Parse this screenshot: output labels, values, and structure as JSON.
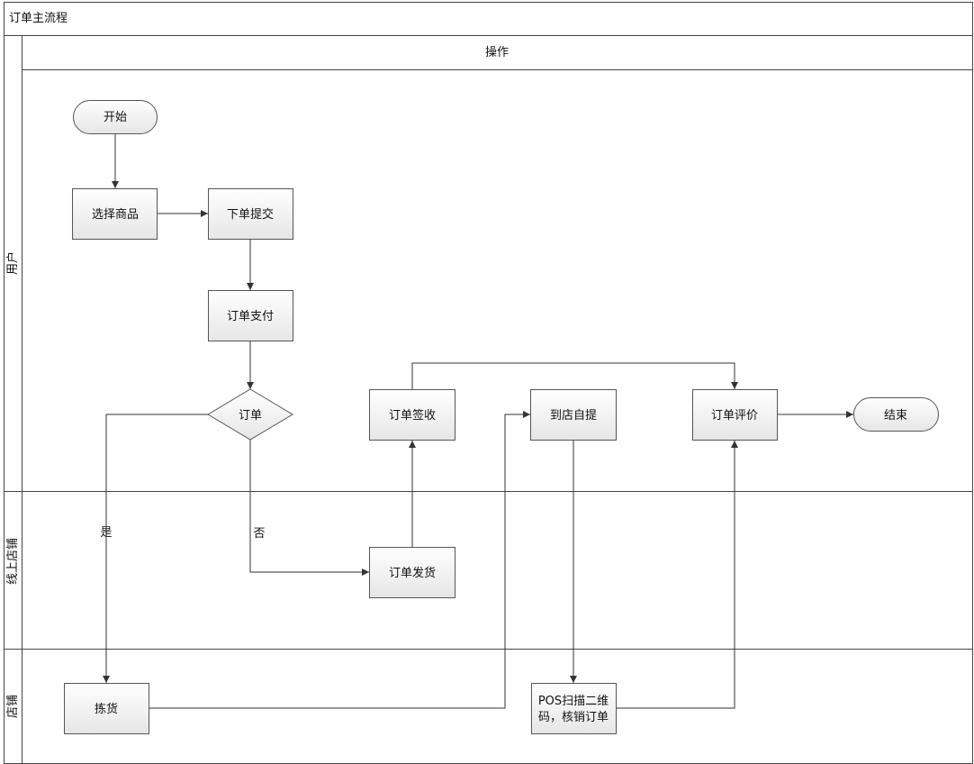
{
  "title": "订单主流程",
  "phase_label": "操作",
  "lanes": [
    {
      "id": "user",
      "label": "用户"
    },
    {
      "id": "online",
      "label": "线上店铺"
    },
    {
      "id": "store",
      "label": "店铺"
    }
  ],
  "nodes": {
    "start": "开始",
    "select_goods": "选择商品",
    "submit_order": "下单提交",
    "pay_order": "订单支付",
    "order_decision": "订单",
    "sign_order": "订单签收",
    "self_pickup": "到店自提",
    "review_order": "订单评价",
    "end": "结束",
    "ship_order": "订单发货",
    "pick_goods": "拣货",
    "pos_scan_line1": "POS扫描二维",
    "pos_scan_line2": "码，核销订单"
  },
  "edge_labels": {
    "yes": "是",
    "no": "否"
  }
}
